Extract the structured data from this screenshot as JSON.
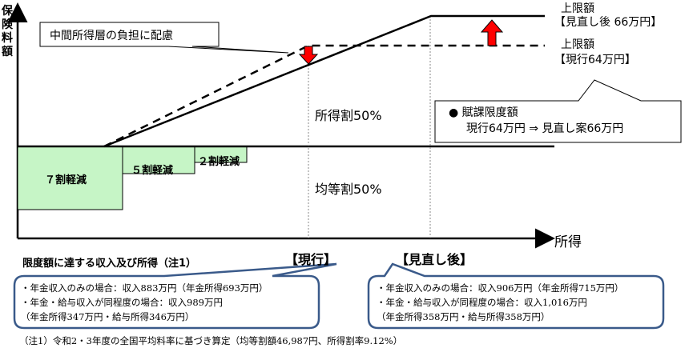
{
  "y_axis_label": "保険料額",
  "x_axis_label": "所得",
  "callout_middle": "中間所得層の負担に配慮",
  "upper_new": {
    "line1": "上限額",
    "line2": "【見直し後 66万円】"
  },
  "upper_current": {
    "line1": "上限額",
    "line2": "【現行64万円】"
  },
  "limit_box": {
    "title": "● 賦課限度額",
    "text": "現行64万円 ⇒ 見直し案66万円"
  },
  "income_share": "所得割50%",
  "equal_share": "均等割50%",
  "reductions": [
    "７割軽減",
    "５割軽減",
    "２割軽減"
  ],
  "marker_current": "【現行】",
  "marker_new": "【見直し後】",
  "income_heading": "限度額に達する収入及び所得（注1）",
  "current_box": [
    "・年金収入のみの場合：収入883万円（年金所得693万円）",
    "・年金・給与収入が同程度の場合：収入989万円",
    "（年金所得347万円・給与所得346万円）"
  ],
  "new_box": [
    "・年金収入のみの場合：収入906万円（年金所得715万円）",
    "・年金・給与収入が同程度の場合：収入1,016万円",
    "（年金所得358万円・給与所得358万円）"
  ],
  "note": "（注1）令和2・3年度の全国平均料率に基づき算定（均等割額46,987円、所得割率9.12%）",
  "colors": {
    "reduction_fill": "#c6f5c6",
    "arrow": "#ff0000",
    "bubble_border": "#3a5a8a"
  }
}
